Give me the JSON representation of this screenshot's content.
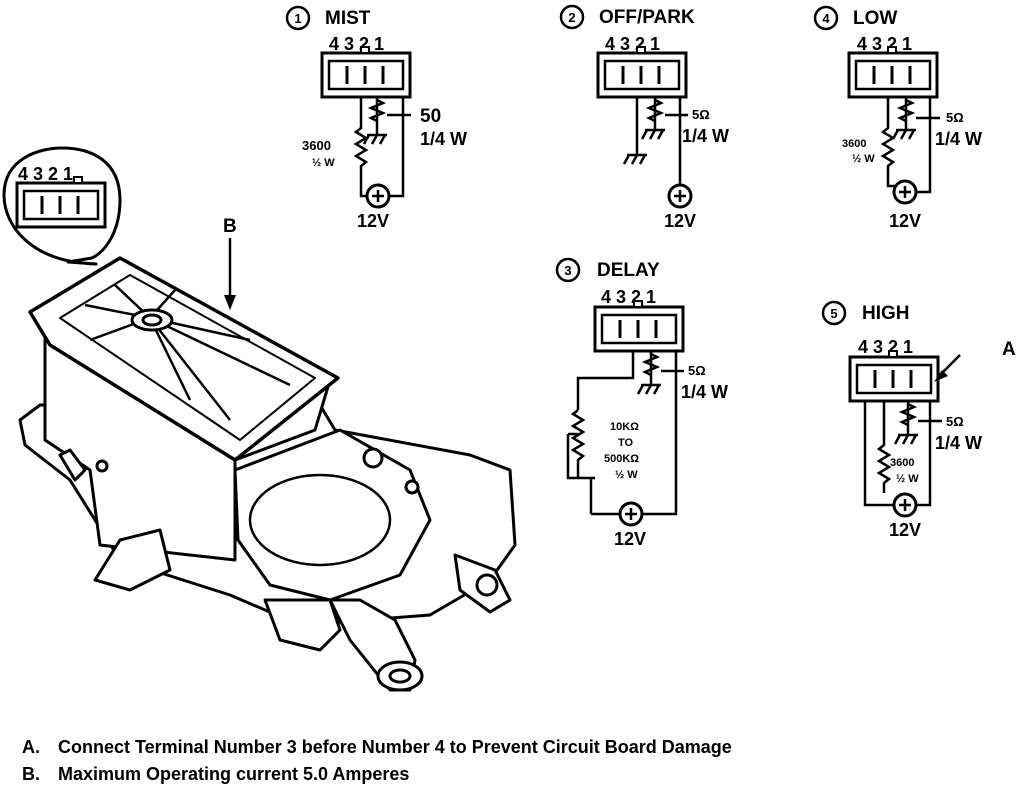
{
  "motor": {
    "callout_pins": "4 3 2 1",
    "label": "B"
  },
  "circuits": [
    {
      "num": "1",
      "name": "MIST",
      "pins": "4 3 2 1",
      "volt": "12V",
      "r1": "50",
      "r1_power": "1/4 W",
      "r2": "3600",
      "r2_power": "½ W"
    },
    {
      "num": "2",
      "name": "OFF/PARK",
      "pins": "4 3 2 1",
      "volt": "12V",
      "r1": "5Ω",
      "r1_power": "1/4 W"
    },
    {
      "num": "4",
      "name": "LOW",
      "pins": "4 3 2 1",
      "volt": "12V",
      "r1": "5Ω",
      "r1_power": "1/4 W",
      "r2": "3600",
      "r2_power": "½ W"
    },
    {
      "num": "3",
      "name": "DELAY",
      "pins": "4 3 2 1",
      "volt": "12V",
      "r1": "5Ω",
      "r1_power": "1/4 W",
      "pot_lines": [
        "10KΩ",
        "TO",
        "500KΩ",
        "½ W"
      ]
    },
    {
      "num": "5",
      "name": "HIGH",
      "pins": "4 3 2 1",
      "volt": "12V",
      "r1": "5Ω",
      "r1_power": "1/4 W",
      "r2": "3600",
      "r2_power": "½ W",
      "pointer": "A"
    }
  ],
  "notes": [
    {
      "letter": "A.",
      "text": "Connect Terminal Number 3 before Number 4 to Prevent Circuit Board Damage"
    },
    {
      "letter": "B.",
      "text": "Maximum Operating current 5.0 Amperes"
    }
  ]
}
